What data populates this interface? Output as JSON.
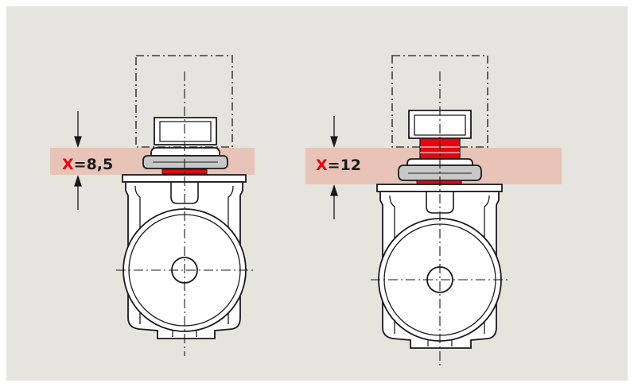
{
  "colors": {
    "panel_background": "#e6e4df",
    "highlight_band": "#e8c4b8",
    "accent_red": "#e30613",
    "outline": "#1a1a1a",
    "part_fill": "#ffffff",
    "washer_gray": "#c8c8c8"
  },
  "views": [
    {
      "label_variable": "X",
      "label_value": "=8,5",
      "spacer_color": "#e30613"
    },
    {
      "label_variable": "X",
      "label_value": "=12",
      "spacer_color": "#e30613"
    }
  ]
}
